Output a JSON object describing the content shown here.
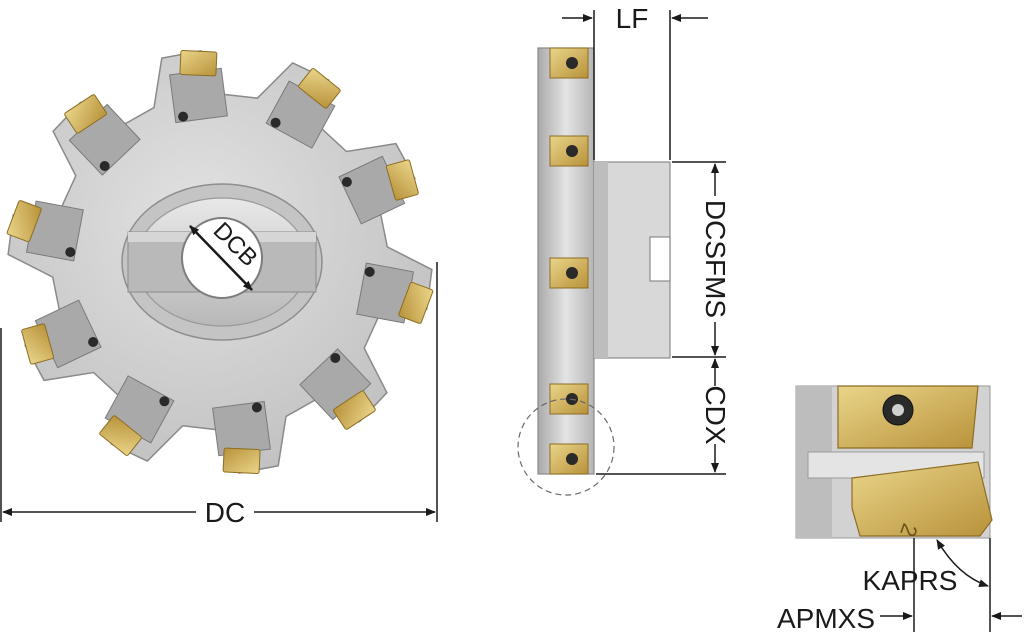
{
  "labels": {
    "dc": "DC",
    "dcb": "DCB",
    "lf": "LF",
    "dcsfms": "DCSFMS",
    "cdx": "CDX",
    "kaprs": "KAPRS",
    "apmxs": "APMXS"
  },
  "detail_insert_mark": "2",
  "colors": {
    "body": "#d0d0d0",
    "body_dark": "#9a9a9a",
    "insert": "#c9a64a",
    "insert_light": "#e6cf7e",
    "line": "#1a1a1a"
  }
}
